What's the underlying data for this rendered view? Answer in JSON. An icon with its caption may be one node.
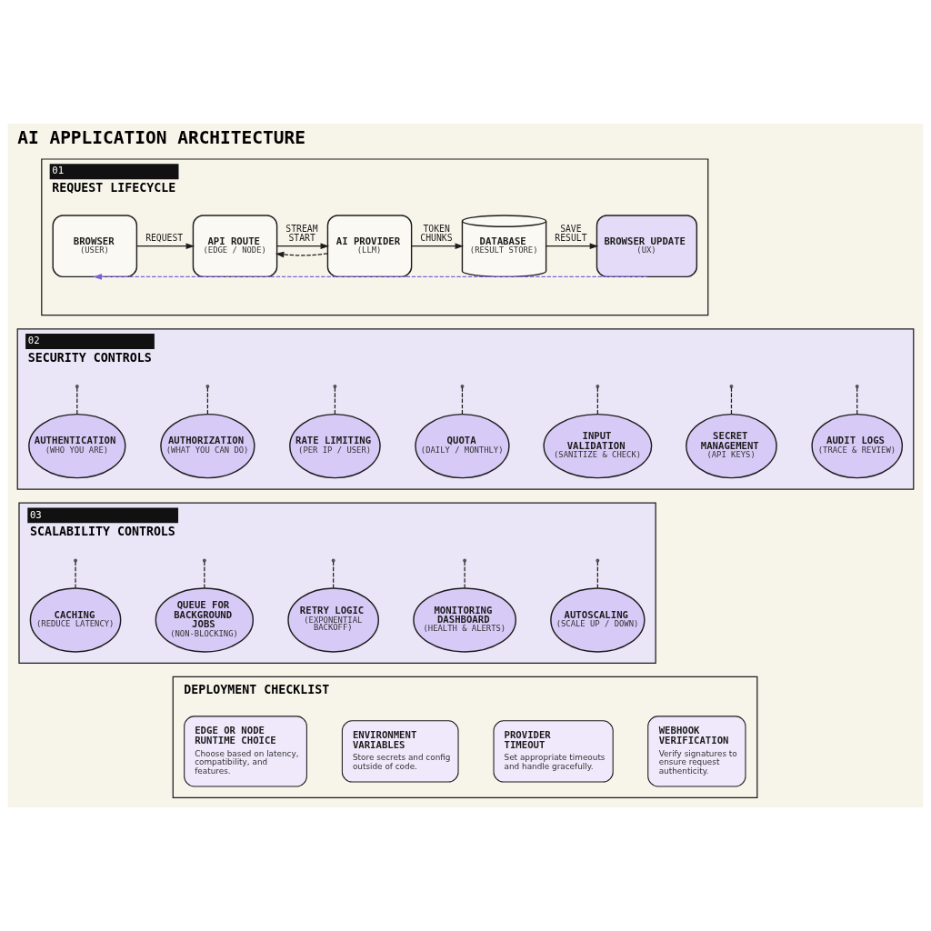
{
  "diagram": {
    "title": "AI APPLICATION ARCHITECTURE",
    "nodes": [
      {
        "text": [
          "01",
          "REQUEST LIFECYCLE"
        ]
      },
      {
        "text": [
          "BROWSER",
          "(USER)"
        ],
        "in": 0
      },
      {
        "text": [
          "API ROUTE",
          "(EDGE / NODE)"
        ],
        "in": 0
      },
      {
        "text": [
          "AI PROVIDER",
          "(LLM)"
        ],
        "in": 0
      },
      {
        "text": [
          "DATABASE",
          "(RESULT STORE)"
        ],
        "in": 0
      },
      {
        "text": [
          "BROWSER UPDATE",
          "(UX)"
        ],
        "in": 0
      },
      {
        "text": [
          "02",
          "SECURITY CONTROLS"
        ]
      },
      {
        "text": [
          "AUTHENTICATION",
          "(WHO YOU ARE)"
        ],
        "in": 6
      },
      {
        "text": [
          "AUTHORIZATION",
          "(WHAT YOU CAN DO)"
        ],
        "in": 6
      },
      {
        "text": [
          "RATE LIMITING",
          "(PER IP / USER)"
        ],
        "in": 6
      },
      {
        "text": [
          "QUOTA",
          "(DAILY / MONTHLY)"
        ],
        "in": 6
      },
      {
        "text": [
          "INPUT VALIDATION",
          "(SANITIZE & CHECK)"
        ],
        "in": 6
      },
      {
        "text": [
          "SECRET MANAGEMENT",
          "(API KEYS)"
        ],
        "in": 6
      },
      {
        "text": [
          "AUDIT LOGS",
          "(TRACE & REVIEW)"
        ],
        "in": 6
      },
      {
        "text": [
          "03",
          "SCALABILITY CONTROLS"
        ]
      },
      {
        "text": [
          "CACHING",
          "(REDUCE LATENCY)"
        ],
        "in": 14
      },
      {
        "text": [
          "QUEUE FOR BACKGROUND JOBS",
          "(NON-BLOCKING)"
        ],
        "in": 14
      },
      {
        "text": [
          "RETRY LOGIC",
          "(EXPONENTIAL BACKOFF)"
        ],
        "in": 14
      },
      {
        "text": [
          "MONITORING DASHBOARD",
          "(HEALTH & ALERTS)"
        ],
        "in": 14
      },
      {
        "text": [
          "AUTOSCALING",
          "(SCALE UP / DOWN)"
        ],
        "in": 14
      },
      {
        "text": [
          "DEPLOYMENT CHECKLIST"
        ]
      },
      {
        "text": [
          "EDGE OR NODE RUNTIME CHOICE",
          "Choose based on latency, compatibility, and features."
        ],
        "in": 20
      },
      {
        "text": [
          "ENVIRONMENT VARIABLES",
          "Store secrets and config outside of code."
        ],
        "in": 20
      },
      {
        "text": [
          "PROVIDER TIMEOUT",
          "Set appropriate timeouts and handle gracefully."
        ],
        "in": 20
      },
      {
        "text": [
          "WEBHOOK VERIFICATION",
          "Verify signatures to ensure request authenticity."
        ],
        "in": 20
      }
    ],
    "edges": [
      {
        "from": 1,
        "to": 2,
        "arrow": "to",
        "label": "REQUEST"
      },
      {
        "from": 2,
        "to": 3,
        "arrow": "to",
        "label": "STREAM START"
      },
      {
        "from": 3,
        "to": 2,
        "arrow": "to",
        "style": "dashed"
      },
      {
        "from": 3,
        "to": 4,
        "arrow": "to",
        "label": "TOKEN CHUNKS"
      },
      {
        "from": 4,
        "to": 5,
        "arrow": "to",
        "label": "SAVE RESULT"
      },
      {
        "from": 5,
        "to": 1,
        "arrow": "to",
        "style": "dashed",
        "color": "#7b61d9"
      },
      {
        "from": null,
        "to": 7,
        "arrow": "none",
        "style": "dashed"
      },
      {
        "from": null,
        "to": 8,
        "arrow": "none",
        "style": "dashed"
      },
      {
        "from": null,
        "to": 9,
        "arrow": "none",
        "style": "dashed"
      },
      {
        "from": null,
        "to": 10,
        "arrow": "none",
        "style": "dashed"
      },
      {
        "from": null,
        "to": 11,
        "arrow": "none",
        "style": "dashed"
      },
      {
        "from": null,
        "to": 12,
        "arrow": "none",
        "style": "dashed"
      },
      {
        "from": null,
        "to": 13,
        "arrow": "none",
        "style": "dashed"
      },
      {
        "from": null,
        "to": 15,
        "arrow": "none",
        "style": "dashed"
      },
      {
        "from": null,
        "to": 16,
        "arrow": "none",
        "style": "dashed"
      },
      {
        "from": null,
        "to": 17,
        "arrow": "none",
        "style": "dashed"
      },
      {
        "from": null,
        "to": 18,
        "arrow": "none",
        "style": "dashed"
      },
      {
        "from": null,
        "to": 19,
        "arrow": "none",
        "style": "dashed"
      }
    ]
  }
}
